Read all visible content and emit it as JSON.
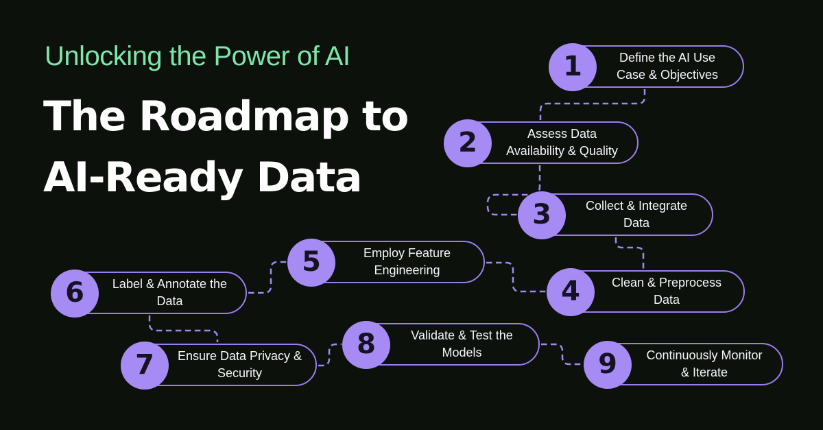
{
  "header": {
    "eyebrow": "Unlocking the Power of AI",
    "title_line1": "The Roadmap to",
    "title_line2": "AI-Ready Data"
  },
  "steps": [
    {
      "number": "1",
      "line1": "Define the AI Use",
      "line2": "Case & Objectives"
    },
    {
      "number": "2",
      "line1": "Assess Data",
      "line2": "Availability & Quality"
    },
    {
      "number": "3",
      "line1": "Collect & Integrate",
      "line2": "Data"
    },
    {
      "number": "4",
      "line1": "Clean & Preprocess",
      "line2": "Data"
    },
    {
      "number": "5",
      "line1": "Employ Feature",
      "line2": "Engineering"
    },
    {
      "number": "6",
      "line1": "Label & Annotate the",
      "line2": "Data"
    },
    {
      "number": "7",
      "line1": "Ensure Data Privacy &",
      "line2": "Security"
    },
    {
      "number": "8",
      "line1": "Validate & Test the",
      "line2": "Models"
    },
    {
      "number": "9",
      "line1": "Continuously Monitor",
      "line2": "& Iterate"
    }
  ],
  "colors": {
    "background": "#0c120b",
    "accent_purple_fill": "#a78bf5",
    "accent_purple_border": "#9d7cf0",
    "connector_purple": "#a488f2",
    "accent_green": "#7fe5ab",
    "number_ink": "#151221",
    "pill_text": "#f7f5fd",
    "title_text": "#ffffff"
  }
}
